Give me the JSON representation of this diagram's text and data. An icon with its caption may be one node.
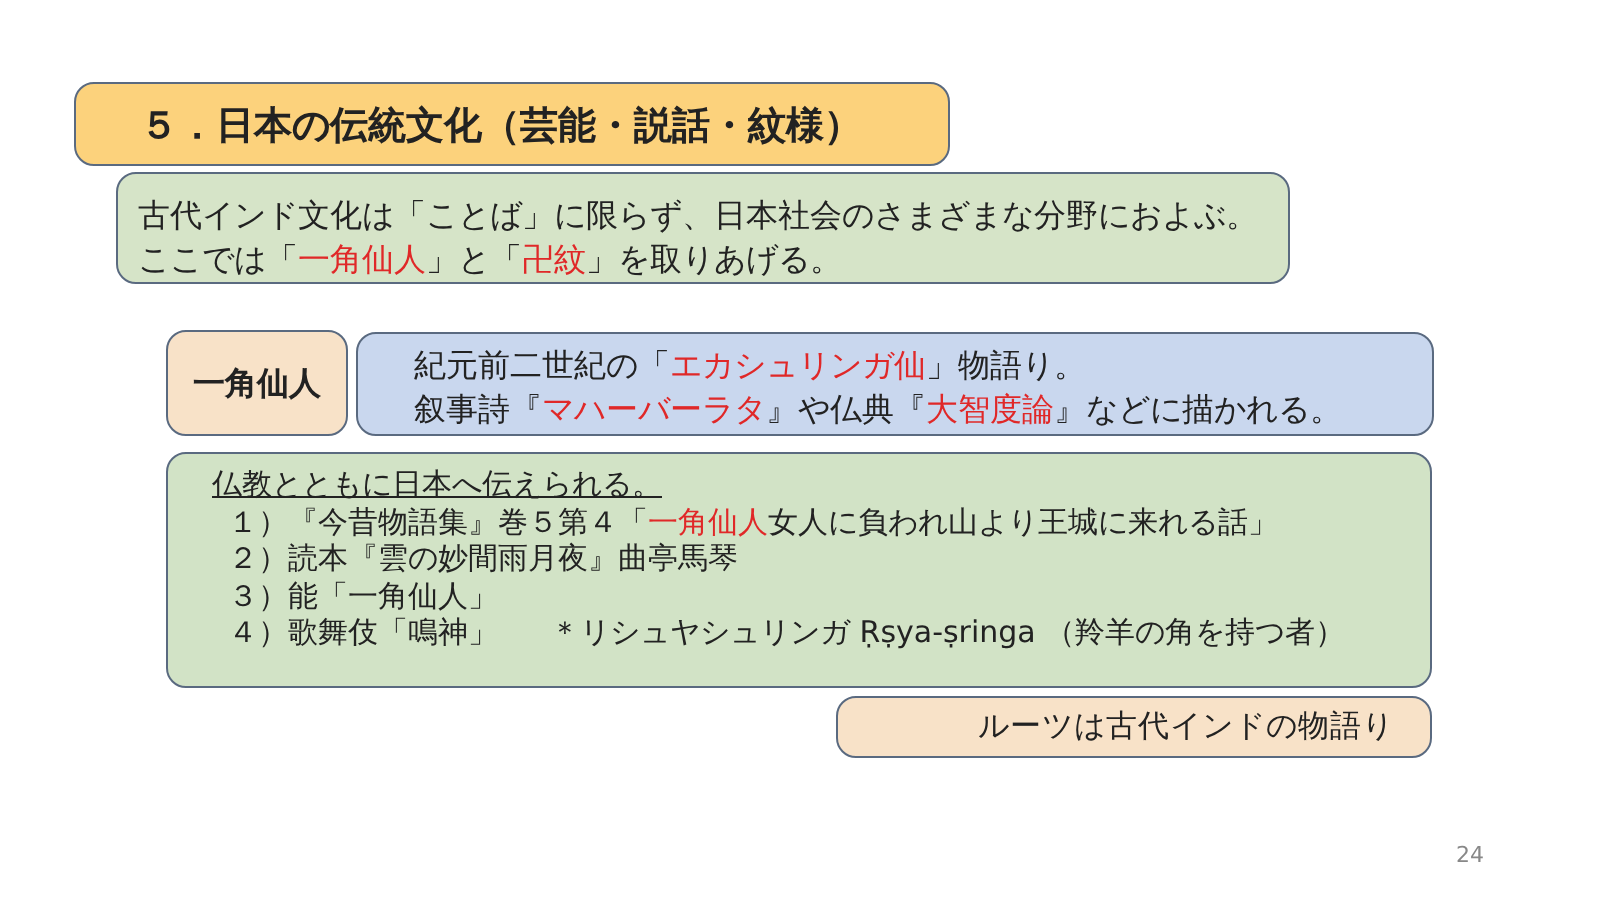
{
  "diagram": {
    "title": "５．日本の伝統文化（芸能・説話・紋様）",
    "nodes": [
      {
        "text": [
          "古代インド文化は「ことば」に限らず、日本社会のさまざまな分野におよぶ。",
          "ここでは「**一角仙人**」と「**卍紋**」を取りあげる。"
        ]
      },
      {
        "text": [
          "一角仙人"
        ]
      },
      {
        "text": [
          "紀元前二世紀の「**エカシュリンガ仙**」物語り。",
          "叙事詩『**マハーバーラタ**』や仏典『**大智度論**』などに描かれる。"
        ]
      },
      {
        "text": [
          "仏教とともに日本へ伝えられる。",
          "１）『今昔物語集』巻５第４「**一角仙人**女人に負われ山より王城に来れる話」",
          "２）読本『雲の妙間雨月夜』曲亭馬琴",
          "３）能「一角仙人」",
          "４）歌舞伎「鳴神」",
          "＊リシュヤシュリンガ Ṛṣya-ṣringa （羚羊の角を持つ者）"
        ]
      },
      {
        "text": [
          "ルーツは古代インドの物語り"
        ]
      }
    ],
    "labels": [
      "24"
    ]
  }
}
